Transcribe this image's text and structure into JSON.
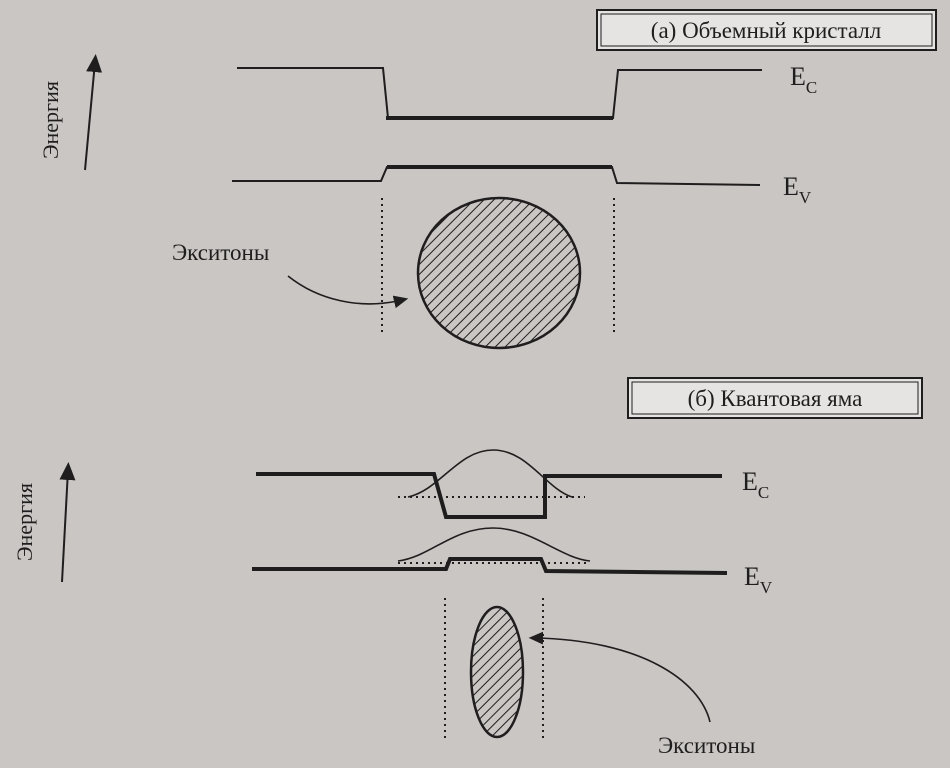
{
  "panel_a": {
    "title": "(а) Объемный кристалл",
    "axis_label": "Энергия",
    "ec_main": "E",
    "ec_sub": "C",
    "ev_main": "E",
    "ev_sub": "V",
    "exciton_label": "Экситоны"
  },
  "panel_b": {
    "title": "(б) Квантовая яма",
    "axis_label": "Энергия",
    "ec_main": "E",
    "ec_sub": "C",
    "ev_main": "E",
    "ev_sub": "V",
    "exciton_label": "Экситоны"
  },
  "colors": {
    "background": "#c9c6c4",
    "ink": "#1f1d1d",
    "box_fill": "#e6e4e2"
  }
}
